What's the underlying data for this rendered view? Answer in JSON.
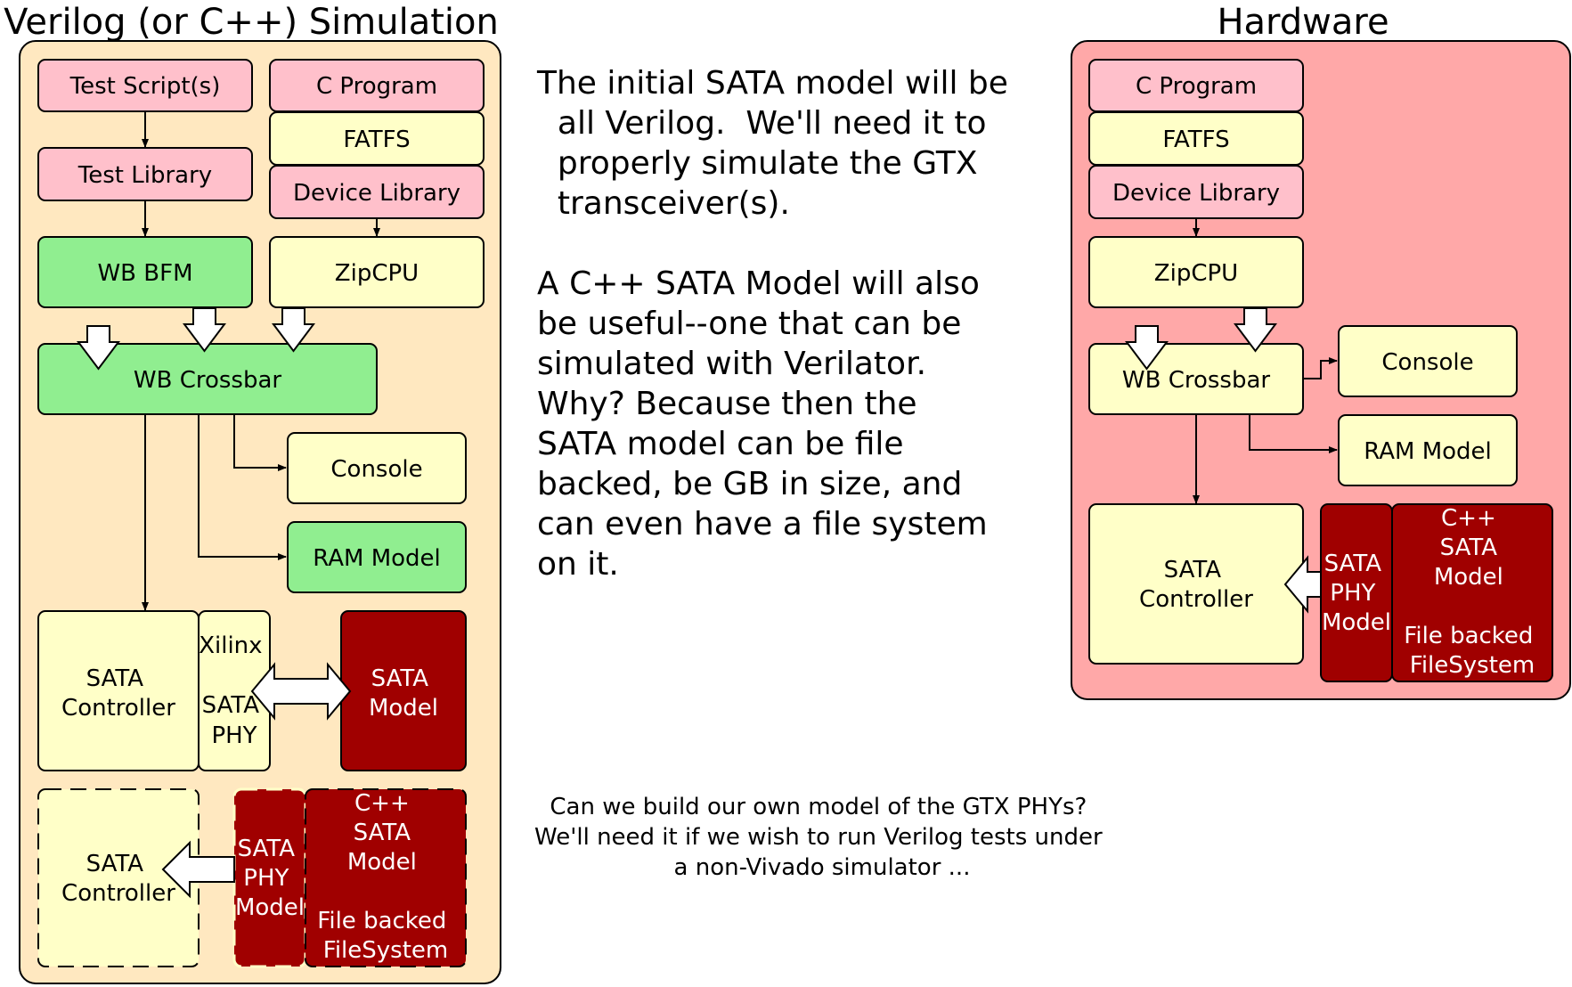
{
  "colors": {
    "sim_panel": "#ffe8c0",
    "hw_panel": "#ffa8a8",
    "pink": "#ffc0cb",
    "yellow": "#ffffc8",
    "green": "#90ee90",
    "darkred": "#a00000",
    "stroke": "#000000"
  },
  "sim": {
    "title": "Verilog (or C++) Simulation",
    "test_scripts": "Test Script(s)",
    "test_library": "Test Library",
    "wb_bfm": "WB BFM",
    "c_program": "C Program",
    "fatfs": "FATFS",
    "device_library": "Device Library",
    "zipcpu": "ZipCPU",
    "wb_crossbar": "WB Crossbar",
    "console": "Console",
    "ram_model": "RAM Model",
    "sata_controller": [
      "SATA",
      "Controller"
    ],
    "xilinx_phy": [
      "Xilinx",
      "",
      "SATA",
      "PHY"
    ],
    "sata_model": [
      "SATA",
      "Model"
    ],
    "alt_sata_controller": [
      "SATA",
      "Controller"
    ],
    "alt_phy_model": [
      "SATA",
      "PHY",
      "Model"
    ],
    "alt_cpp_model": [
      "C++",
      "SATA",
      "Model",
      "",
      "File backed",
      "FileSystem"
    ]
  },
  "hw": {
    "title": "Hardware",
    "c_program": "C Program",
    "fatfs": "FATFS",
    "device_library": "Device Library",
    "zipcpu": "ZipCPU",
    "wb_crossbar": "WB Crossbar",
    "console": "Console",
    "ram_model": "RAM Model",
    "sata_controller": [
      "SATA",
      "Controller"
    ],
    "phy_model": [
      "SATA",
      "PHY",
      "Model"
    ],
    "cpp_model": [
      "C++",
      "SATA",
      "Model",
      "",
      "File backed",
      "FileSystem"
    ]
  },
  "notes": {
    "para1": [
      "The initial SATA model will be",
      "  all Verilog.  We'll need it to",
      "  properly simulate the GTX",
      "  transceiver(s)."
    ],
    "para2": [
      "A C++ SATA Model will also",
      "be useful--one that can be",
      "simulated with Verilator.",
      "Why?  Because then the",
      "SATA model can be file",
      "backed, be GB in size, and",
      "can even have a file system",
      "on it."
    ],
    "question": [
      "Can we build our own model of the GTX PHYs?",
      "We'll need it if we wish to run Verilog tests under",
      "a non-Vivado simulator ..."
    ]
  }
}
